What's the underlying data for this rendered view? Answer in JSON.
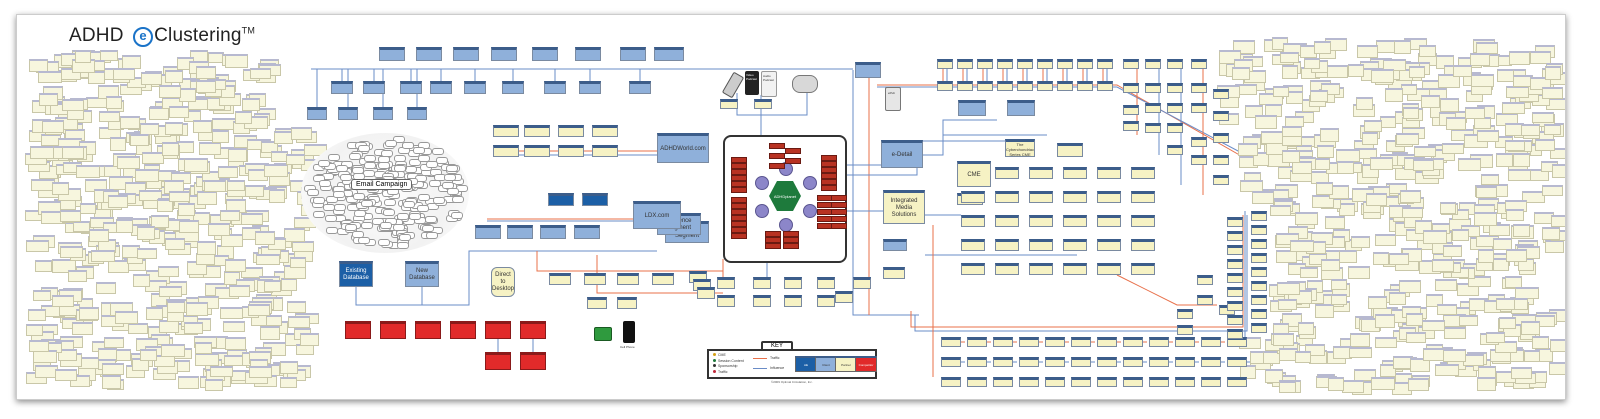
{
  "title": {
    "brand": "ADHD",
    "logo_letter": "e",
    "product": "Clustering",
    "trademark": "TM"
  },
  "hub": {
    "center_label": "ADHDplanet",
    "orbit_count": 6
  },
  "email_campaign": {
    "label": "Email Campaign"
  },
  "databases": {
    "existing": "Existing Database",
    "new": "New Database"
  },
  "sites": {
    "adhdworld": "ADHDWorld.com",
    "ldx": "LDX.com",
    "audience_segment_1": "Audience Segment",
    "audience_segment_2": "Audience Segment",
    "direct_to_desktop": "Direct to Desktop",
    "e_detail": "e-Detail",
    "cme": "CME",
    "integrated_media": "Integrated Media Solutions",
    "cyberchondriac": "The Cyberchondriac Series CME"
  },
  "devices": {
    "video_podcast": "Video Podcast",
    "audio_podcast": "Audio Podcast",
    "ebook": "ePub",
    "smartphone": "Cell Phone"
  },
  "key": {
    "title": "KEY",
    "dot_items": [
      {
        "label": "CME",
        "color": "#d4a017"
      },
      {
        "label": "Session Content",
        "color": "#1e7a3c"
      },
      {
        "label": "Sponsorship",
        "color": "#333333"
      },
      {
        "label": "Traffic",
        "color": "#c0283a"
      }
    ],
    "line_items": [
      {
        "label": "Traffic",
        "color": "#e8704a"
      },
      {
        "label": "Influence",
        "color": "#6a8cc7"
      }
    ],
    "swatches": [
      {
        "label": "AE",
        "color": "#1c5fa6"
      },
      {
        "label": "Client",
        "color": "#8fb0da"
      },
      {
        "label": "Partner",
        "color": "#f6f2c4"
      },
      {
        "label": "Competitor",
        "color": "#e12a2a"
      }
    ],
    "copyright": "©2009 Optimal Circulation, Inc."
  },
  "colors": {
    "traffic_line": "#e8704a",
    "influence_line": "#6a8cc7",
    "node_light_blue": "#8fb0da",
    "node_dark_blue": "#1c5fa6",
    "node_yellow": "#f6f2c4",
    "node_red": "#e12a2a",
    "hub_green": "#1e7a3c",
    "orbit_purple": "#8c86c9"
  }
}
